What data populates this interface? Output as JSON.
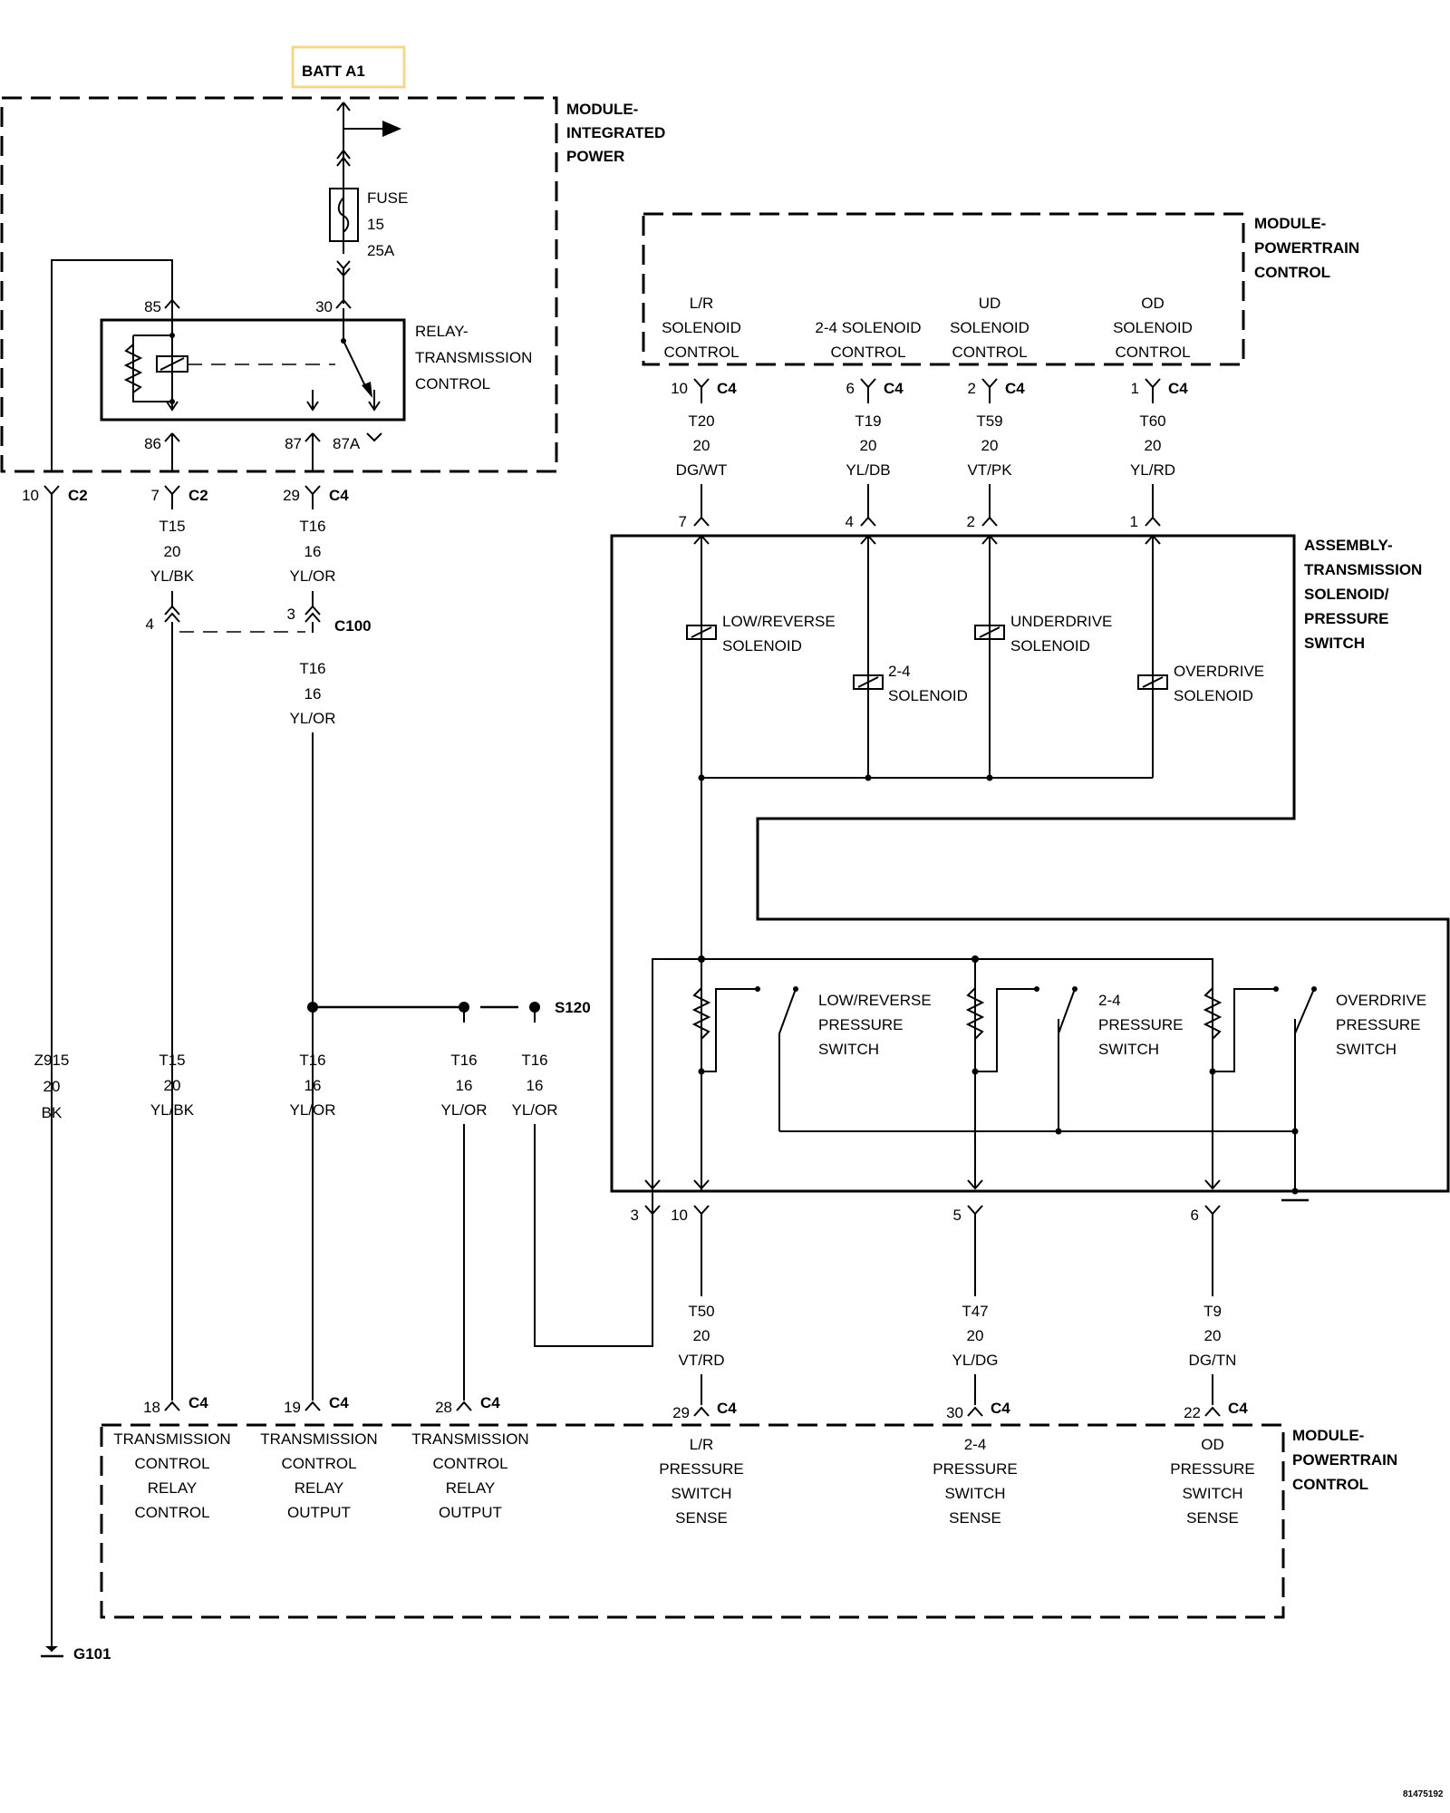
{
  "batt": {
    "label": "BATT A1",
    "highlight_color": "#f4d889"
  },
  "modules": {
    "ipm": [
      "MODULE-",
      "INTEGRATED",
      "POWER"
    ],
    "pcm_top": [
      "MODULE-",
      "POWERTRAIN",
      "CONTROL"
    ],
    "pcm_bottom": [
      "MODULE-",
      "POWERTRAIN",
      "CONTROL"
    ],
    "assembly": [
      "ASSEMBLY-",
      "TRANSMISSION",
      "SOLENOID/",
      "PRESSURE",
      "SWITCH"
    ]
  },
  "fuse": {
    "lines": [
      "FUSE",
      "15",
      "25A"
    ]
  },
  "relay": {
    "lines": [
      "RELAY-",
      "TRANSMISSION",
      "CONTROL"
    ],
    "pins": {
      "p85": "85",
      "p30": "30",
      "p86": "86",
      "p87": "87",
      "p87a": "87A"
    }
  },
  "pcm_top_functions": [
    [
      "L/R",
      "SOLENOID",
      "CONTROL"
    ],
    [
      "2-4 SOLENOID",
      "CONTROL"
    ],
    [
      "UD",
      "SOLENOID",
      "CONTROL"
    ],
    [
      "OD",
      "SOLENOID",
      "CONTROL"
    ]
  ],
  "top_connectors": {
    "c1": {
      "pin": "10",
      "name": "C4"
    },
    "c2": {
      "pin": "6",
      "name": "C4"
    },
    "c3": {
      "pin": "2",
      "name": "C4"
    },
    "c4": {
      "pin": "1",
      "name": "C4"
    }
  },
  "top_wires": [
    [
      "T20",
      "20",
      "DG/WT"
    ],
    [
      "T19",
      "20",
      "YL/DB"
    ],
    [
      "T59",
      "20",
      "VT/PK"
    ],
    [
      "T60",
      "20",
      "YL/RD"
    ]
  ],
  "assembly_pins_top": [
    "7",
    "4",
    "2",
    "1"
  ],
  "solenoids": [
    [
      "LOW/REVERSE",
      "SOLENOID"
    ],
    [
      "2-4",
      "SOLENOID"
    ],
    [
      "UNDERDRIVE",
      "SOLENOID"
    ],
    [
      "OVERDRIVE",
      "SOLENOID"
    ]
  ],
  "pressure_switches": [
    [
      "LOW/REVERSE",
      "PRESSURE",
      "SWITCH"
    ],
    [
      "2-4",
      "PRESSURE",
      "SWITCH"
    ],
    [
      "OVERDRIVE",
      "PRESSURE",
      "SWITCH"
    ]
  ],
  "ipm_connectors": {
    "a": {
      "pin": "10",
      "name": "C2"
    },
    "b": {
      "pin": "7",
      "name": "C2"
    },
    "c": {
      "pin": "29",
      "name": "C4"
    }
  },
  "relay_wires": {
    "t15": [
      "T15",
      "20",
      "YL/BK"
    ],
    "t16": [
      "T16",
      "16",
      "YL/OR"
    ]
  },
  "c100": {
    "name": "C100",
    "pin_left": "4",
    "pin_right": "3"
  },
  "after_c100_wire": [
    "T16",
    "16",
    "YL/OR"
  ],
  "splice": {
    "name": "S120"
  },
  "lower_wires": [
    [
      "Z915",
      "20",
      "BK"
    ],
    [
      "T15",
      "20",
      "YL/BK"
    ],
    [
      "T16",
      "16",
      "YL/OR"
    ],
    [
      "T16",
      "16",
      "YL/OR"
    ],
    [
      "T16",
      "16",
      "YL/OR"
    ]
  ],
  "assembly_pins_bottom": [
    "3",
    "10",
    "5",
    "6"
  ],
  "sense_wires": [
    [
      "T50",
      "20",
      "VT/RD"
    ],
    [
      "T47",
      "20",
      "YL/DG"
    ],
    [
      "T9",
      "20",
      "DG/TN"
    ]
  ],
  "bottom_connectors": {
    "b1": {
      "pin": "18",
      "name": "C4"
    },
    "b2": {
      "pin": "19",
      "name": "C4"
    },
    "b3": {
      "pin": "28",
      "name": "C4"
    },
    "b4": {
      "pin": "29",
      "name": "C4"
    },
    "b5": {
      "pin": "30",
      "name": "C4"
    },
    "b6": {
      "pin": "22",
      "name": "C4"
    }
  },
  "pcm_bottom_functions": [
    [
      "TRANSMISSION",
      "CONTROL",
      "RELAY",
      "CONTROL"
    ],
    [
      "TRANSMISSION",
      "CONTROL",
      "RELAY",
      "OUTPUT"
    ],
    [
      "TRANSMISSION",
      "CONTROL",
      "RELAY",
      "OUTPUT"
    ],
    [
      "L/R",
      "PRESSURE",
      "SWITCH",
      "SENSE"
    ],
    [
      "2-4",
      "PRESSURE",
      "SWITCH",
      "SENSE"
    ],
    [
      "OD",
      "PRESSURE",
      "SWITCH",
      "SENSE"
    ]
  ],
  "ground": {
    "label": "G101"
  },
  "doc_number": "81475192"
}
